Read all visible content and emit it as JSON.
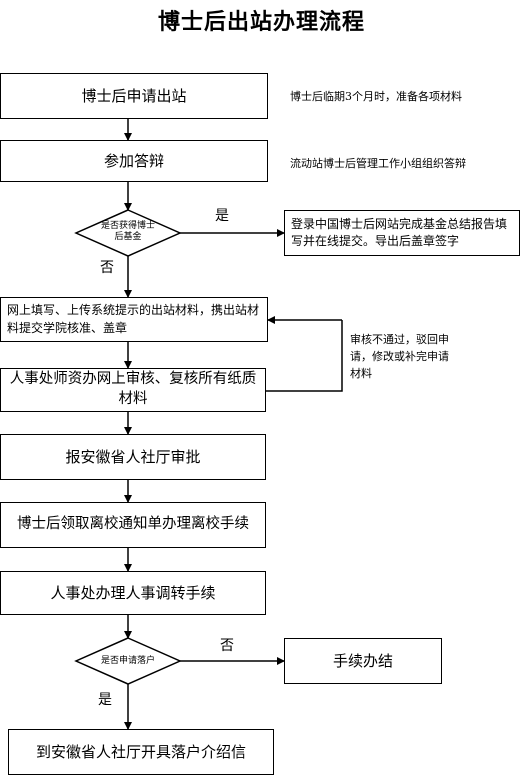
{
  "title": "博士后出站办理流程",
  "nodes": {
    "apply": "博士后申请出站",
    "defense": "参加答辩",
    "fund_decision": "是否获得博士后基金",
    "fund_report": "登录中国博士后网站完成基金总结报告填写并在线提交。导出后盖章签字",
    "online_fill": "网上填写、上传系统提示的出站材料，携出站材料提交学院核准、盖章",
    "hr_review": "人事处师资办网上审核、复核所有纸质材料",
    "province_approve": "报安徽省人社厅审批",
    "leave_notice": "博士后领取离校通知单办理离校手续",
    "hr_transfer": "人事处办理人事调转手续",
    "settle_decision": "是否申请落户",
    "done": "手续办结",
    "settle_letter": "到安徽省人社厅开具落户介绍信"
  },
  "notes": {
    "apply_note": "博士后临期3个月时，准备各项材料",
    "defense_note": "流动站博士后管理工作小组组织答辩",
    "reject_note": "审核不通过，驳回申请，修改或补完申请材料"
  },
  "edge_labels": {
    "fund_yes": "是",
    "fund_no": "否",
    "settle_no": "否",
    "settle_yes": "是"
  }
}
